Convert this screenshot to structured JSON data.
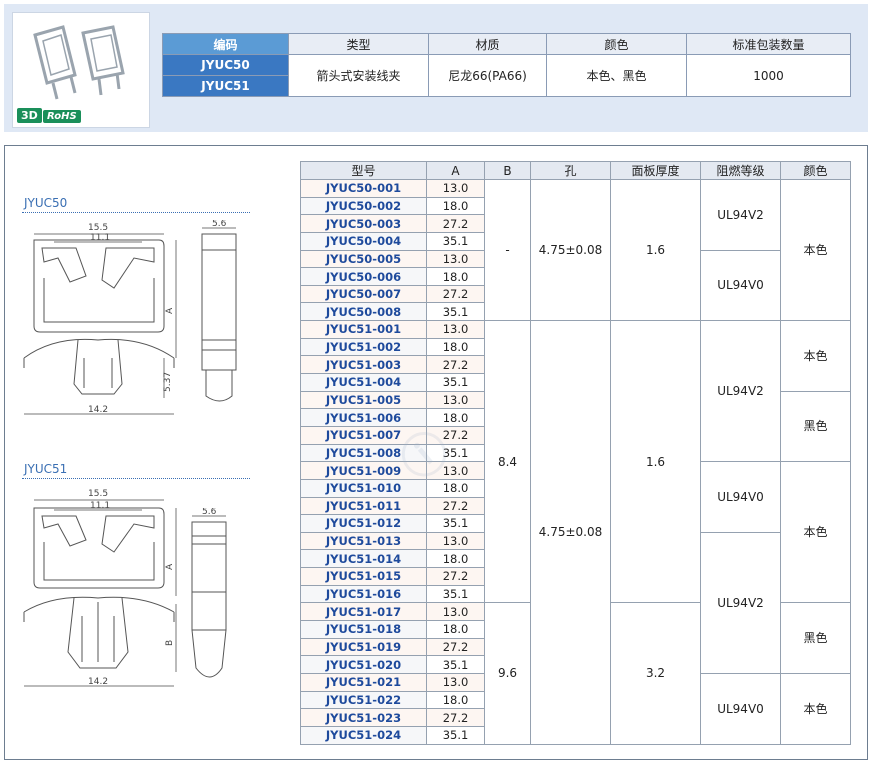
{
  "badges": {
    "three_d": "3D",
    "rohs": "RoHS"
  },
  "spec": {
    "headers": [
      "编码",
      "类型",
      "材质",
      "颜色",
      "标准包装数量"
    ],
    "models": [
      "JYUC50",
      "JYUC51"
    ],
    "type": "箭头式安装线夹",
    "material": "尼龙66(PA66)",
    "color": "本色、黑色",
    "package_qty": "1000"
  },
  "drawings": {
    "jyuc50": {
      "label": "JYUC50",
      "dims": {
        "w1": "15.5",
        "w2": "11.1",
        "w3": "14.2",
        "side": "5.6",
        "a": "A",
        "h": "5.37"
      }
    },
    "jyuc51": {
      "label": "JYUC51",
      "dims": {
        "w1": "15.5",
        "w2": "11.1",
        "w3": "14.2",
        "side": "5.6",
        "a": "A",
        "b": "B"
      }
    }
  },
  "table": {
    "headers": [
      "型号",
      "A",
      "B",
      "孔",
      "面板厚度",
      "阻燃等级",
      "颜色"
    ],
    "rows": [
      [
        "JYUC50-001",
        "13.0"
      ],
      [
        "JYUC50-002",
        "18.0"
      ],
      [
        "JYUC50-003",
        "27.2"
      ],
      [
        "JYUC50-004",
        "35.1"
      ],
      [
        "JYUC50-005",
        "13.0"
      ],
      [
        "JYUC50-006",
        "18.0"
      ],
      [
        "JYUC50-007",
        "27.2"
      ],
      [
        "JYUC50-008",
        "35.1"
      ],
      [
        "JYUC51-001",
        "13.0"
      ],
      [
        "JYUC51-002",
        "18.0"
      ],
      [
        "JYUC51-003",
        "27.2"
      ],
      [
        "JYUC51-004",
        "35.1"
      ],
      [
        "JYUC51-005",
        "13.0"
      ],
      [
        "JYUC51-006",
        "18.0"
      ],
      [
        "JYUC51-007",
        "27.2"
      ],
      [
        "JYUC51-008",
        "35.1"
      ],
      [
        "JYUC51-009",
        "13.0"
      ],
      [
        "JYUC51-010",
        "18.0"
      ],
      [
        "JYUC51-011",
        "27.2"
      ],
      [
        "JYUC51-012",
        "35.1"
      ],
      [
        "JYUC51-013",
        "13.0"
      ],
      [
        "JYUC51-014",
        "18.0"
      ],
      [
        "JYUC51-015",
        "27.2"
      ],
      [
        "JYUC51-016",
        "35.1"
      ],
      [
        "JYUC51-017",
        "13.0"
      ],
      [
        "JYUC51-018",
        "18.0"
      ],
      [
        "JYUC51-019",
        "27.2"
      ],
      [
        "JYUC51-020",
        "35.1"
      ],
      [
        "JYUC51-021",
        "13.0"
      ],
      [
        "JYUC51-022",
        "18.0"
      ],
      [
        "JYUC51-023",
        "27.2"
      ],
      [
        "JYUC51-024",
        "35.1"
      ]
    ],
    "b_values": [
      "-",
      "8.4",
      "9.6"
    ],
    "hole_values": [
      "4.75±0.08",
      "4.75±0.08"
    ],
    "panel_values": [
      "1.6",
      "1.6",
      "3.2"
    ],
    "flame": [
      "UL94V2",
      "UL94V0",
      "UL94V2",
      "UL94V0",
      "UL94V2",
      "UL94V0"
    ],
    "colors": [
      "本色",
      "本色",
      "黑色",
      "本色",
      "黑色",
      "本色"
    ]
  }
}
